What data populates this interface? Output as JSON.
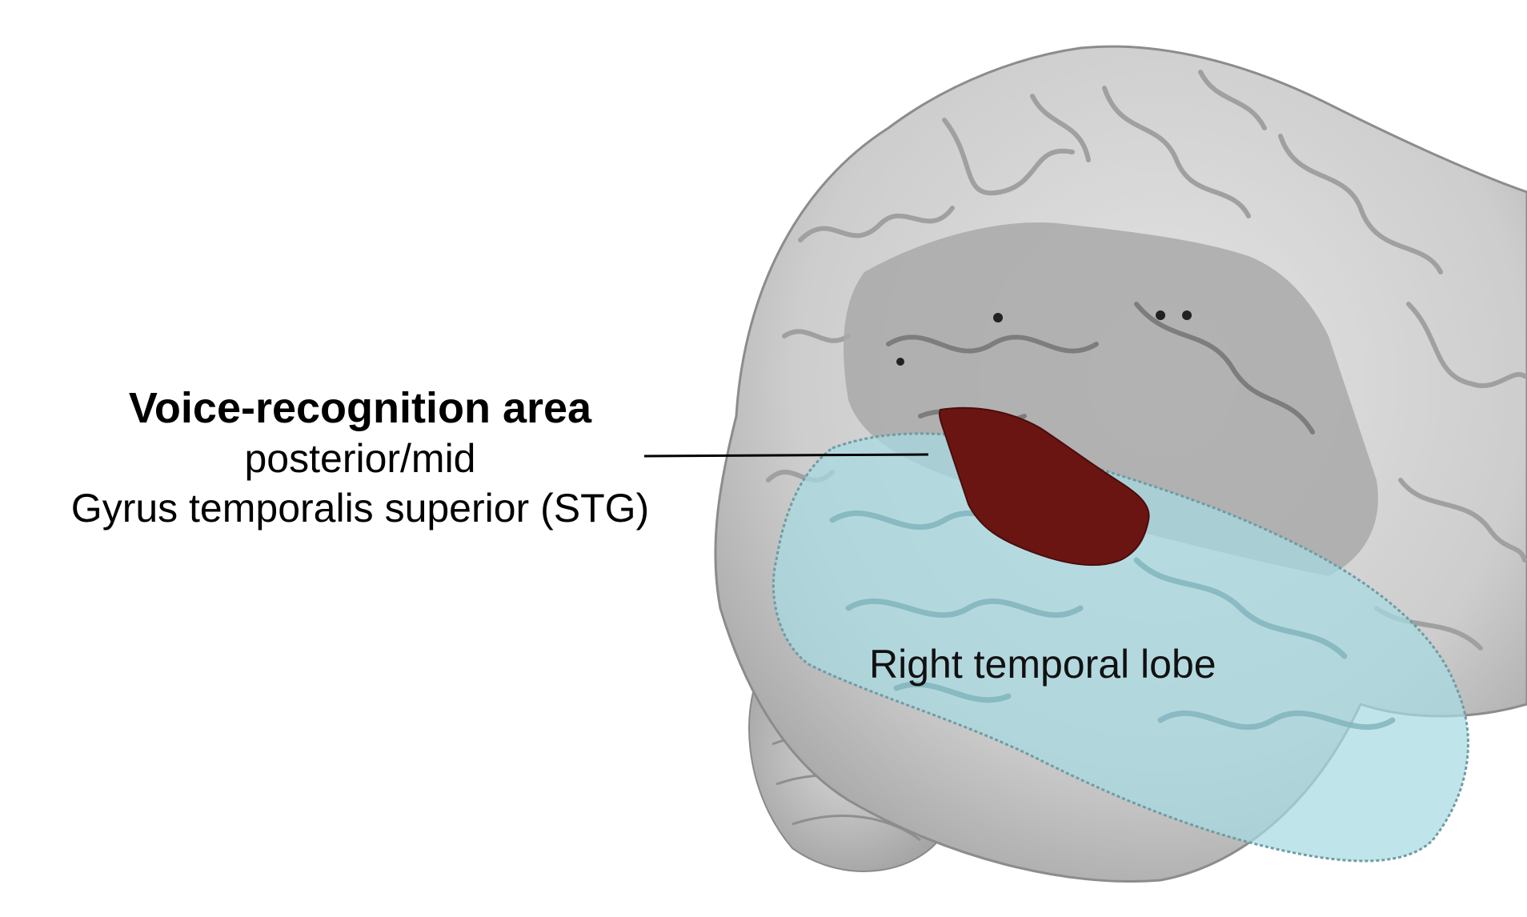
{
  "annotation": {
    "title": "Voice-recognition area",
    "line1": "posterior/mid",
    "line2": "Gyrus temporalis superior (STG)"
  },
  "region_label": "Right temporal lobe",
  "colors": {
    "background": "#ffffff",
    "brain_surface": "#cfcfcf",
    "insula_region": "#a9a9a9",
    "temporal_lobe_overlay": "#a6dbe3",
    "voice_area": "#6b1512",
    "leader_line": "#000000"
  }
}
